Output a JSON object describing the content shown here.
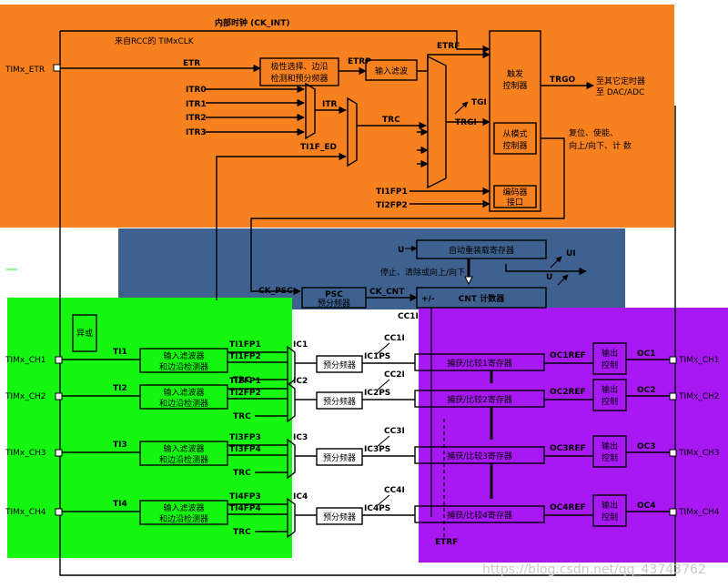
{
  "colors": {
    "orange": "#f7801f",
    "blue": "#3f618f",
    "green": "#15f710",
    "purple": "#a718f3"
  },
  "top": {
    "ck_int": "内部时钟 (CK_INT)",
    "from_rcc": "来自RCC的 TIMxCLK",
    "etr": "ETR",
    "etrp": "ETRP",
    "etrf": "ETRF",
    "polarity": "极性选择、边沿检测和预分频器",
    "polarity_l1": "极性选择、边沿",
    "polarity_l2": "检测和预分频器",
    "input_filter": "输入滤波",
    "itr0": "ITR0",
    "itr1": "ITR1",
    "itr2": "ITR2",
    "itr3": "ITR3",
    "itr": "ITR",
    "trc": "TRC",
    "tgi": "TGI",
    "trgi": "TRGI",
    "ti1f_ed": "TI1F_ED",
    "ti1fp1": "TI1FP1",
    "ti2fp2": "TI2FP2",
    "trigger_l1": "触发",
    "trigger_l2": "控制器",
    "slave_l1": "从模式",
    "slave_l2": "控制器",
    "encoder_l1": "编码器",
    "encoder_l2": "接口",
    "trgo": "TRGO",
    "to_timers_l1": "至其它定时器",
    "to_timers_l2": "至 DAC/ADC",
    "reset_l1": "复位、使能、",
    "reset_l2": "向上/向下、计 数",
    "timx_etr": "TIMx_ETR"
  },
  "mid": {
    "u": "U",
    "auto_reload": "自动重装载寄存器",
    "ui": "UI",
    "stop_clear": "停止、清除或向上/向下",
    "ck_psc": "CK_PSC",
    "psc": "PSC",
    "psc_sub": "预分频器",
    "ck_cnt": "CK_CNT",
    "plus_minus": "+/-",
    "cnt": "CNT 计数器",
    "dash": "—"
  },
  "channels": [
    {
      "pin": "TIMx_CH1",
      "ti": "TI1",
      "fp_a": "TI1FP1",
      "fp_b": "TI1FP2",
      "trc": "TRC",
      "ic": "IC1",
      "icps": "IC1PS",
      "cci": "CC1I",
      "capture": "捕获/比较1寄存器",
      "ocref": "OC1REF",
      "oc": "OC1",
      "out_pin": "TIMx_CH1"
    },
    {
      "pin": "TIMx_CH2",
      "ti": "TI2",
      "fp_a": "TI2FP1",
      "fp_b": "TI2FP2",
      "trc": "TRC",
      "ic": "IC2",
      "icps": "IC2PS",
      "cci": "CC2I",
      "capture": "捕获/比较2寄存器",
      "ocref": "OC2REF",
      "oc": "OC2",
      "out_pin": "TIMx_CH2"
    },
    {
      "pin": "TIMx_CH3",
      "ti": "TI3",
      "fp_a": "TI3FP3",
      "fp_b": "TI3FP4",
      "trc": "TRC",
      "ic": "IC3",
      "icps": "IC3PS",
      "cci": "CC3I",
      "capture": "捕获/比较3寄存器",
      "ocref": "OC3REF",
      "oc": "OC3",
      "out_pin": "TIMx_CH3"
    },
    {
      "pin": "TIMx_CH4",
      "ti": "TI4",
      "fp_a": "TI4FP3",
      "fp_b": "TI4FP4",
      "trc": "TRC",
      "ic": "IC4",
      "icps": "IC4PS",
      "cci": "CC4I",
      "capture": "捕获/比较4寄存器",
      "ocref": "OC4REF",
      "oc": "OC4",
      "out_pin": "TIMx_CH4"
    }
  ],
  "common": {
    "xor": "异或",
    "filter_l1": "输入滤波器",
    "filter_l2": "和边沿检测器",
    "prescaler": "预分频器",
    "out_ctrl_l1": "输出",
    "out_ctrl_l2": "控制",
    "cc1i_top": "CC1I",
    "etrf_bottom": "ETRF"
  },
  "watermark": "https://blog.csdn.net/qq_43743762"
}
